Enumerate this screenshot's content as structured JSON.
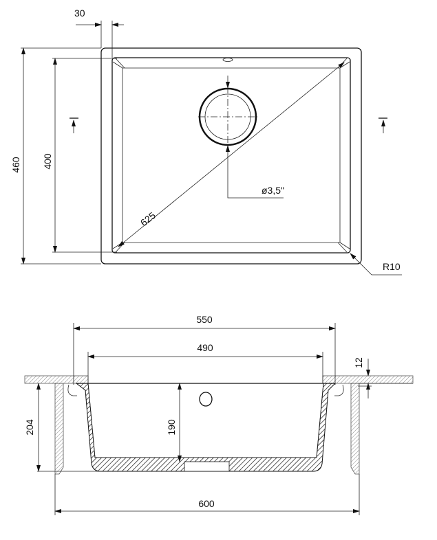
{
  "top_view": {
    "flange_width": "30",
    "overall_depth": "460",
    "bowl_depth": "400",
    "diagonal": "625",
    "drain_diameter": "ø3,5\"",
    "corner_radius": "R10"
  },
  "section_view": {
    "outer_width": "550",
    "bowl_width": "490",
    "countertop_thickness": "12",
    "overall_height": "204",
    "bowl_height": "190",
    "cabinet_width": "600"
  },
  "colors": {
    "line": "#111111",
    "background": "#ffffff"
  }
}
